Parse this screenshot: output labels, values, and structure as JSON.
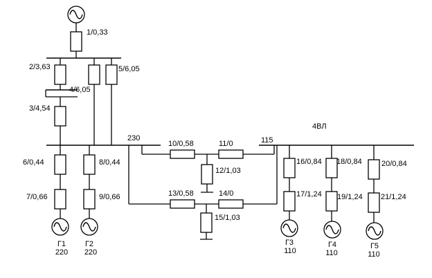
{
  "branches": [
    {
      "id": "b1",
      "label": "1/0,33"
    },
    {
      "id": "b2",
      "label": "2/3,63"
    },
    {
      "id": "b3",
      "label": "3/4,54"
    },
    {
      "id": "b4",
      "label": "4/6,05"
    },
    {
      "id": "b5",
      "label": "5/6,05"
    },
    {
      "id": "b6",
      "label": "6/0,44"
    },
    {
      "id": "b7",
      "label": "7/0,66"
    },
    {
      "id": "b8",
      "label": "8/0,44"
    },
    {
      "id": "b9",
      "label": "9/0,66"
    },
    {
      "id": "b10",
      "label": "10/0,58"
    },
    {
      "id": "b11",
      "label": "11/0"
    },
    {
      "id": "b12",
      "label": "12/1,03"
    },
    {
      "id": "b13",
      "label": "13/0,58"
    },
    {
      "id": "b14",
      "label": "14/0"
    },
    {
      "id": "b15",
      "label": "15/1,03"
    },
    {
      "id": "b16",
      "label": "16/0,84"
    },
    {
      "id": "b17",
      "label": "17/1,24"
    },
    {
      "id": "b18",
      "label": "18/0,84"
    },
    {
      "id": "b19",
      "label": "19/1,24"
    },
    {
      "id": "b20",
      "label": "20/0,84"
    },
    {
      "id": "b21",
      "label": "21/1,24"
    }
  ],
  "buses": {
    "hv_voltage": "230",
    "lv_voltage": "115",
    "line_label": "4ВЛ"
  },
  "generators": [
    {
      "name": "Г1",
      "voltage": "220"
    },
    {
      "name": "Г2",
      "voltage": "220"
    },
    {
      "name": "Г3",
      "voltage": "110"
    },
    {
      "name": "Г4",
      "voltage": "110"
    },
    {
      "name": "Г5",
      "voltage": "110"
    }
  ]
}
